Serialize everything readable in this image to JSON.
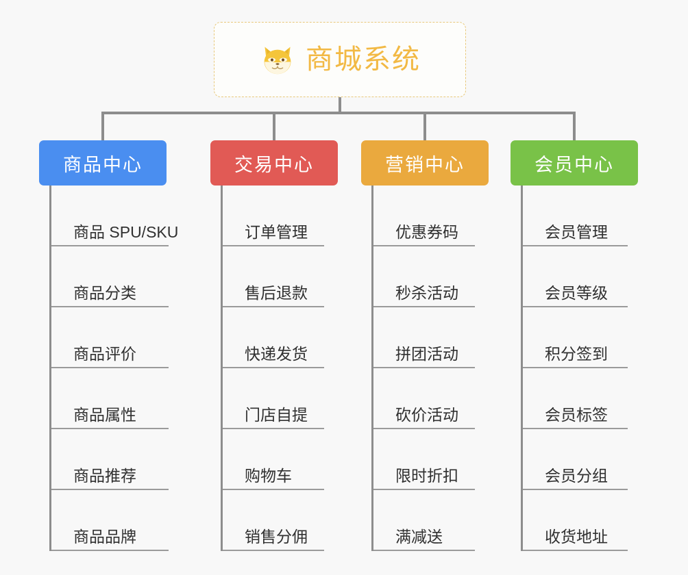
{
  "page": {
    "background_color": "#f8f8f8",
    "line_color": "#8d8d8d",
    "leaf_rule_color": "#9a9a9a",
    "leaf_text_color": "#303030"
  },
  "root": {
    "title": "商城系统",
    "icon": "shiba-dog-icon",
    "text_color": "#f2b944",
    "border_color": "#e8c87a",
    "background_color": "#fdfdfb"
  },
  "columns": [
    {
      "id": "product-center",
      "label": "商品中心",
      "color": "#4a8ef0",
      "items": [
        "商品 SPU/SKU",
        "商品分类",
        "商品评价",
        "商品属性",
        "商品推荐",
        "商品品牌"
      ]
    },
    {
      "id": "trade-center",
      "label": "交易中心",
      "color": "#e15a55",
      "items": [
        "订单管理",
        "售后退款",
        "快递发货",
        "门店自提",
        "购物车",
        "销售分佣"
      ]
    },
    {
      "id": "marketing-center",
      "label": "营销中心",
      "color": "#eaa93e",
      "items": [
        "优惠券码",
        "秒杀活动",
        "拼团活动",
        "砍价活动",
        "限时折扣",
        "满减送"
      ]
    },
    {
      "id": "member-center",
      "label": "会员中心",
      "color": "#79c248",
      "items": [
        "会员管理",
        "会员等级",
        "积分签到",
        "会员标签",
        "会员分组",
        "收货地址"
      ]
    }
  ]
}
